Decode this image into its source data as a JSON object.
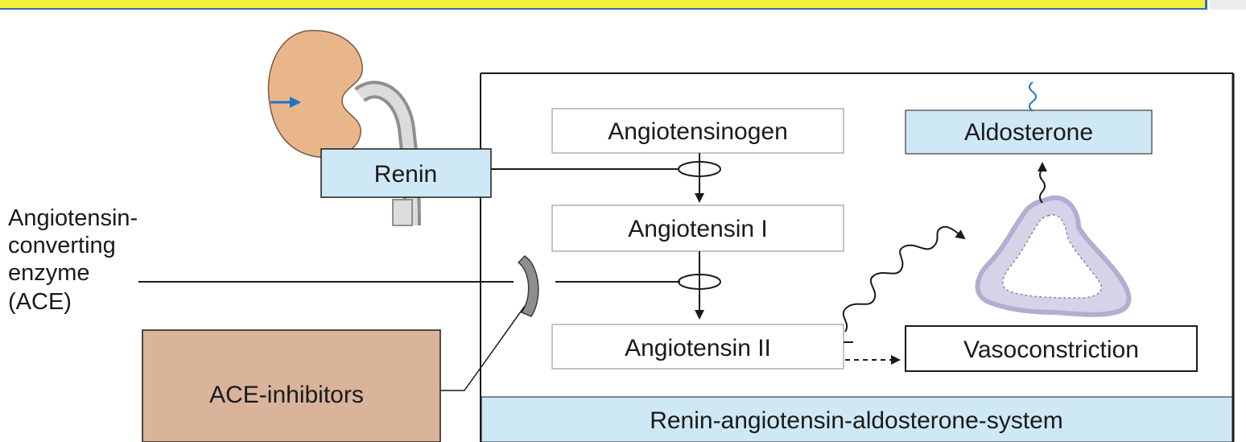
{
  "diagram": {
    "nodes": {
      "angiotensinogen": "Angiotensinogen",
      "angiotensin_1": "Angiotensin I",
      "angiotensin_2": "Angiotensin II",
      "aldosterone": "Aldosterone",
      "vasoconstriction": "Vasoconstriction",
      "renin": "Renin",
      "ace_inhibitors": "ACE-inhibitors"
    },
    "ace_label": [
      "Angiotensin-",
      "converting",
      "enzyme",
      "(ACE)"
    ],
    "system_label": "Renin-angiotensin-aldosterone-system",
    "colors": {
      "light_blue": "#cfe8f6",
      "tan": "#d9b39a",
      "kidney": "#e9b68c",
      "adrenal": "#d6d3e9",
      "arrow_blue": "#1f74c8",
      "banner_yellow": "#f4ef3a"
    },
    "icons": [
      "kidney-icon",
      "adrenal-gland-icon",
      "ace-enzyme-icon",
      "wavy-hormone-arrow-icon"
    ]
  }
}
